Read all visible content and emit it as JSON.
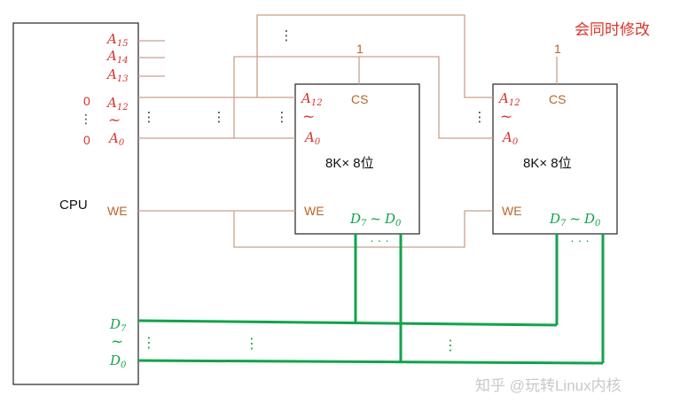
{
  "annotation": "会同时修改",
  "watermark": "知乎 @玩转Linux内核",
  "cpu": {
    "label": "CPU",
    "addr_pins": {
      "a15": {
        "base": "A",
        "sub": "15"
      },
      "a14": {
        "base": "A",
        "sub": "14"
      },
      "a13": {
        "base": "A",
        "sub": "13"
      },
      "a12": {
        "base": "A",
        "sub": "12"
      },
      "a0": {
        "base": "A",
        "sub": "0"
      },
      "tilde": "~",
      "zero_top": "0",
      "zero_bottom": "0",
      "vdots": "⋮"
    },
    "we": "WE",
    "data_pins": {
      "d7": {
        "base": "D",
        "sub": "7"
      },
      "d0": {
        "base": "D",
        "sub": "0"
      },
      "tilde": "~"
    }
  },
  "chips": [
    {
      "title": "8K× 8位",
      "cs": "CS",
      "cs_input": "1",
      "we": "WE",
      "a12": {
        "base": "A",
        "sub": "12"
      },
      "a0": {
        "base": "A",
        "sub": "0"
      },
      "tilde": "~",
      "data_range": {
        "d7": "D",
        "d7_sub": "7",
        "sep": "~",
        "d0": "D",
        "d0_sub": "0"
      }
    },
    {
      "title": "8K× 8位",
      "cs": "CS",
      "cs_input": "1",
      "we": "WE",
      "a12": {
        "base": "A",
        "sub": "12"
      },
      "a0": {
        "base": "A",
        "sub": "0"
      },
      "tilde": "~",
      "data_range": {
        "d7": "D",
        "d7_sub": "7",
        "sep": "~",
        "d0": "D",
        "d0_sub": "0"
      }
    }
  ],
  "colors": {
    "red": "#d9342b",
    "green": "#12a34a",
    "orange": "#b8652b",
    "wire_brown": "#c9a08a"
  }
}
